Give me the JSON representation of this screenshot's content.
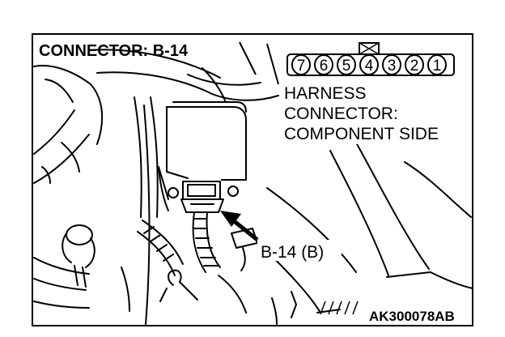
{
  "diagram": {
    "title": "CONNECTOR: B-14",
    "connector_pins": [
      "7",
      "6",
      "5",
      "4",
      "3",
      "2",
      "1"
    ],
    "harness_label": {
      "line1": "HARNESS",
      "line2": "CONNECTOR:",
      "line3": "COMPONENT SIDE"
    },
    "callout_label": "B-14 (B)",
    "figure_code": "AK300078AB",
    "colors": {
      "ink": "#000000",
      "paper": "#ffffff"
    }
  }
}
